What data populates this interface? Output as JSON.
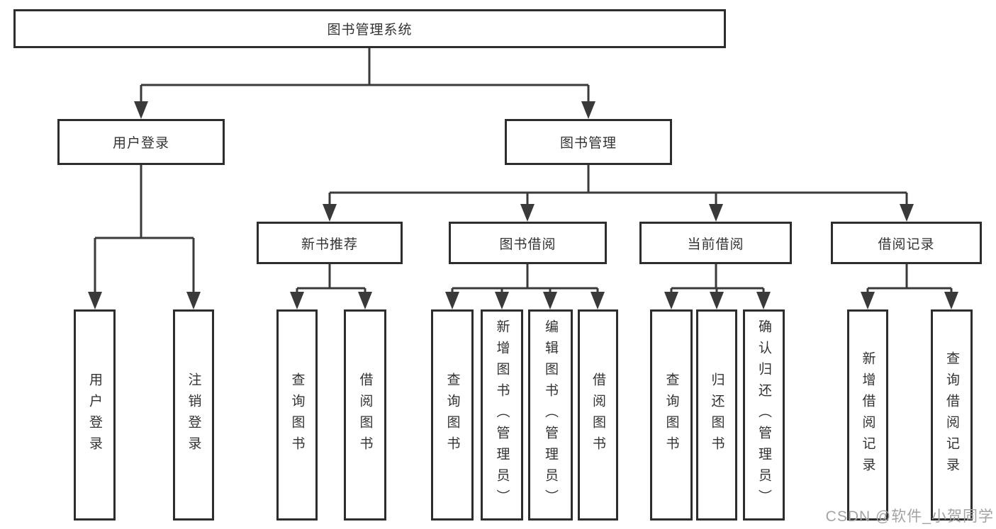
{
  "diagram": {
    "type": "hierarchy-tree",
    "title": "图书管理系统"
  },
  "tree": {
    "root": "图书管理系统",
    "children": [
      {
        "label": "用户登录",
        "children": [
          "用户登录",
          "注销登录"
        ]
      },
      {
        "label": "图书管理",
        "children": [
          {
            "label": "新书推荐",
            "children": [
              "查询图书",
              "借阅图书"
            ]
          },
          {
            "label": "图书借阅",
            "children": [
              "查询图书",
              "新增图书（管理员）",
              "编辑图书（管理员）",
              "借阅图书"
            ]
          },
          {
            "label": "当前借阅",
            "children": [
              "查询图书",
              "归还图书",
              "确认归还（管理员）"
            ]
          },
          {
            "label": "借阅记录",
            "children": [
              "新增借阅记录",
              "查询借阅记录"
            ]
          }
        ]
      }
    ]
  },
  "watermark": {
    "text": "CSDN @软件_小贺同学"
  },
  "colors": {
    "line": "#3a3a3a",
    "box_border": "#2d2d2d",
    "text": "#333333",
    "watermark": "#a3a3a3",
    "background": "#ffffff"
  }
}
